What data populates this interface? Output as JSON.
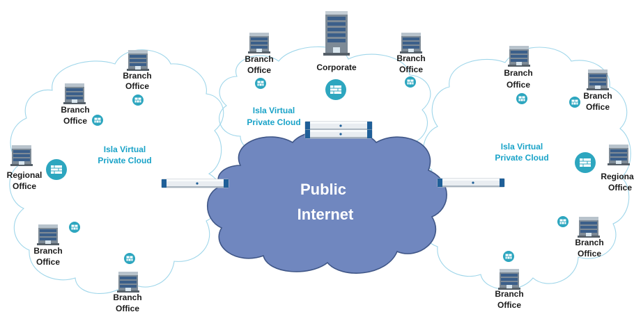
{
  "clouds": {
    "left": {
      "line1": "Isla Virtual",
      "line2": "Private Cloud"
    },
    "center": {
      "line1": "Isla Virtual",
      "line2": "Private Cloud"
    },
    "right": {
      "line1": "Isla Virtual",
      "line2": "Private Cloud"
    }
  },
  "internet": {
    "line1": "Public",
    "line2": "Internet"
  },
  "sites": {
    "left_top_branch": {
      "line1": "Branch",
      "line2": "Office"
    },
    "left_mid_branch": {
      "line1": "Branch",
      "line2": "Office"
    },
    "left_regional": {
      "line1": "Regional",
      "line2": "Office"
    },
    "left_bottom_branch": {
      "line1": "Branch",
      "line2": "Office"
    },
    "left_lowest_branch": {
      "line1": "Branch",
      "line2": "Office"
    },
    "center_left_branch": {
      "line1": "Branch",
      "line2": "Office"
    },
    "corporate": {
      "line1": "Corporate"
    },
    "center_right_branch": {
      "line1": "Branch",
      "line2": "Office"
    },
    "right_top_branch": {
      "line1": "Branch",
      "line2": "Office"
    },
    "right_far_branch": {
      "line1": "Branch",
      "line2": "Office"
    },
    "right_regional": {
      "line1": "Regiona",
      "line2": "Office"
    },
    "right_bottom_branch": {
      "line1": "Branch",
      "line2": "Office"
    },
    "right_lowest_branch": {
      "line1": "Branch",
      "line2": "Office"
    }
  },
  "colors": {
    "private_cloud_outline": "#9fd6ea",
    "internet_fill": "#7087bf",
    "internet_stroke": "#3f5687",
    "firewall": "#2da6bf",
    "cloud_label": "#1aa3c8"
  },
  "icons": [
    "building-icon",
    "firewall-icon",
    "server-appliance-icon"
  ]
}
